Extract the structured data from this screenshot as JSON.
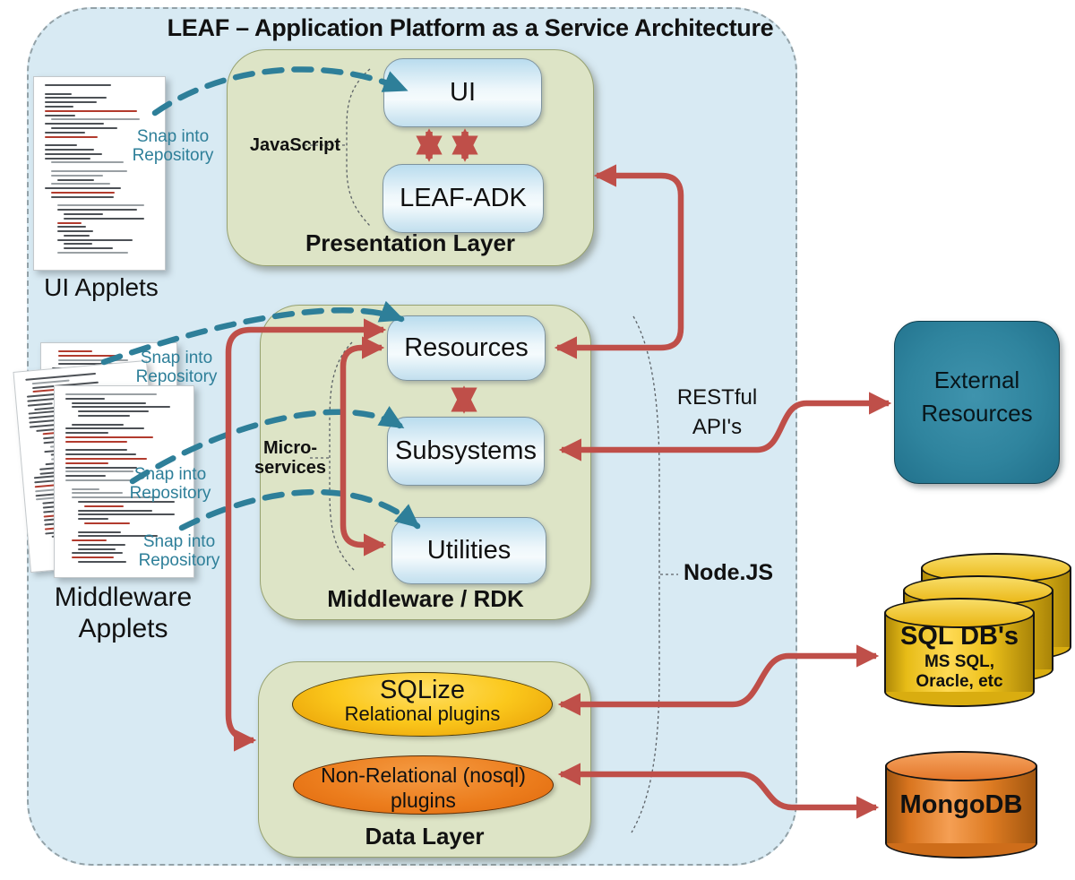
{
  "title": "LEAF – Application Platform as a Service Architecture",
  "left": {
    "ui_applets_label": "UI Applets",
    "middleware_applets_line1": "Middleware",
    "middleware_applets_line2": "Applets",
    "snap_line1": "Snap into",
    "snap_line2": "Repository"
  },
  "presentation": {
    "label": "Presentation Layer",
    "ui": "UI",
    "adk": "LEAF-ADK",
    "annotation": "JavaScript"
  },
  "middleware": {
    "label": "Middleware / RDK",
    "resources": "Resources",
    "subsystems": "Subsystems",
    "utilities": "Utilities",
    "annotation_line1": "Micro-",
    "annotation_line2": "services"
  },
  "data_layer": {
    "label": "Data Layer",
    "sqlize_title": "SQLize",
    "sqlize_subtitle": "Relational plugins",
    "nosql_line1": "Non-Relational (nosql)",
    "nosql_line2": "plugins"
  },
  "annotations": {
    "restful_line1": "RESTful",
    "restful_line2": "API's",
    "nodejs": "Node.JS"
  },
  "external_systems": {
    "external_resources_line1": "External",
    "external_resources_line2": "Resources",
    "sqldb_title": "SQL DB's",
    "sqldb_sub1": "MS SQL,",
    "sqldb_sub2": "Oracle, etc",
    "mongodb": "MongoDB"
  },
  "connections": [
    {
      "from": "UI Applets",
      "to": "UI",
      "style": "teal-dashed"
    },
    {
      "from": "Middleware Applets",
      "to": "Resources",
      "style": "teal-dashed"
    },
    {
      "from": "Middleware Applets",
      "to": "Subsystems",
      "style": "teal-dashed"
    },
    {
      "from": "Middleware Applets",
      "to": "Utilities",
      "style": "teal-dashed"
    },
    {
      "from": "UI",
      "to": "LEAF-ADK",
      "style": "red-double",
      "count": 2
    },
    {
      "from": "Resources",
      "to": "Subsystems",
      "style": "red-double"
    },
    {
      "from": "LEAF-ADK",
      "to": "Resources",
      "style": "red-double-loop"
    },
    {
      "from": "Resources",
      "to": "Utilities",
      "style": "red-double-loop"
    },
    {
      "from": "Resources",
      "to": "Data Layer",
      "style": "red-double-loop"
    },
    {
      "from": "Subsystems",
      "to": "External Resources",
      "style": "red-double"
    },
    {
      "from": "SQLize",
      "to": "SQL DB's",
      "style": "red-double"
    },
    {
      "from": "Non-Relational plugins",
      "to": "MongoDB",
      "style": "red-double"
    }
  ],
  "colors": {
    "arrow-red": "#bf4f49",
    "arrow-teal": "#2e7f99",
    "container-bg": "#d8eaf3",
    "layer-bg": "#dde4c6",
    "layer-border": "#97a271",
    "node-border": "#7e939e",
    "snap-text": "#2e7f99",
    "sql-gold": "#f2b70d",
    "nosql-orange": "#e8761c",
    "external-teal": "#2f849e"
  }
}
